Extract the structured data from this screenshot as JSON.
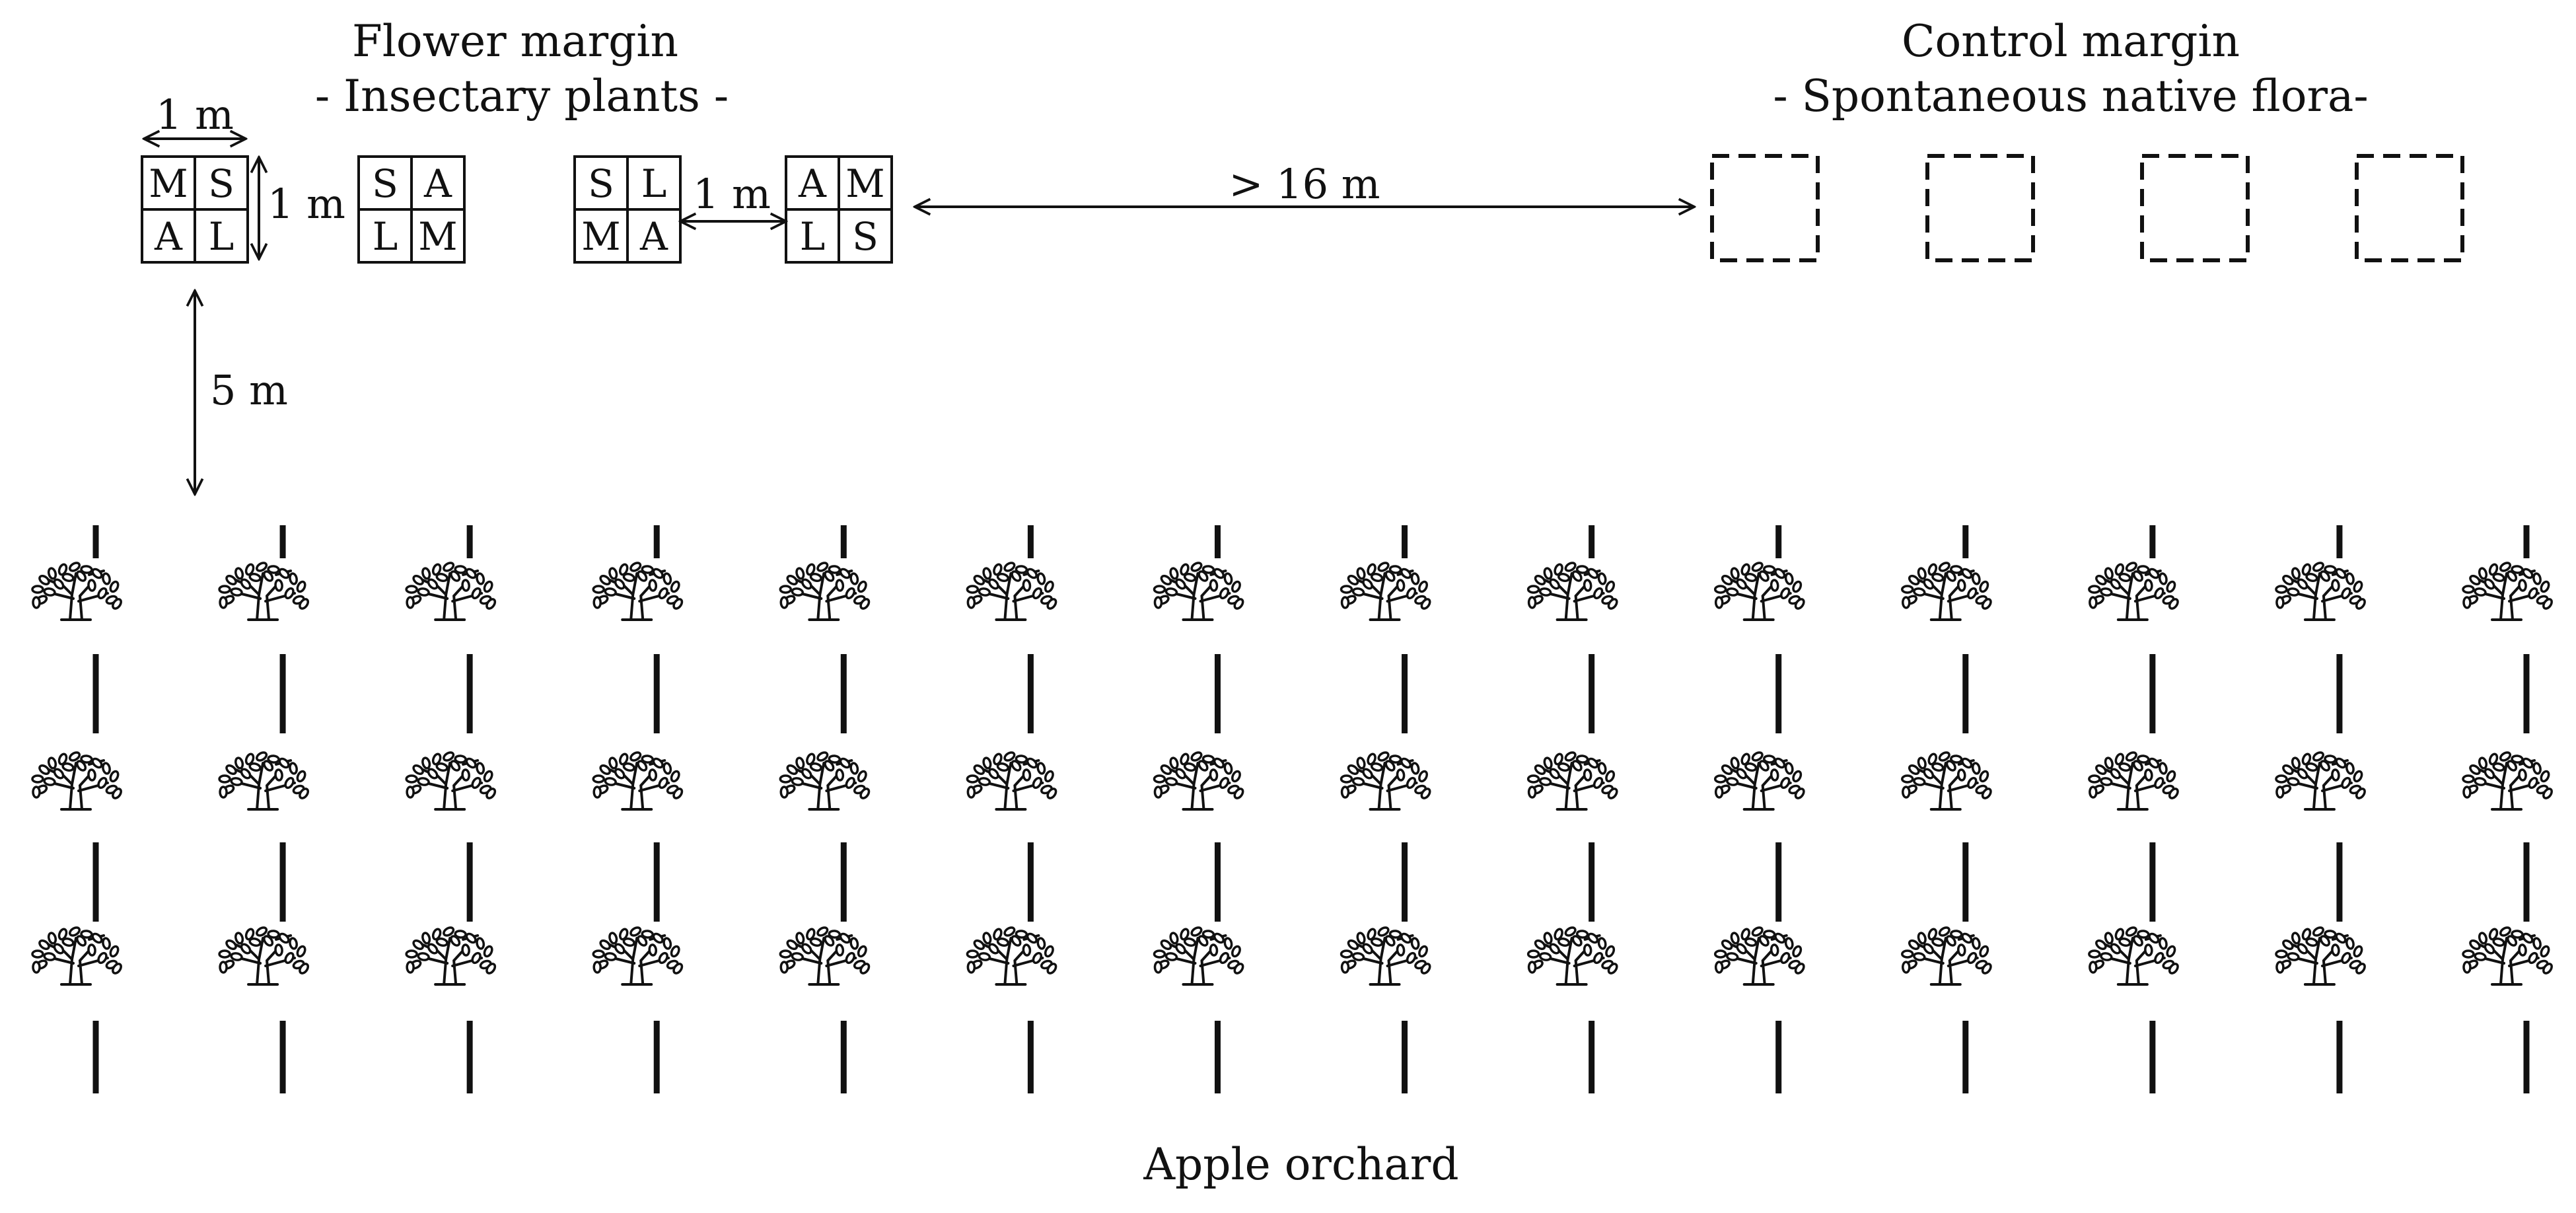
{
  "flower_margin": {
    "title": "Flower margin",
    "subtitle": "- Insectary plants -",
    "plot_width_label": "1 m",
    "plot_height_label": "1 m",
    "plot_gap_label": "1 m",
    "plots": [
      [
        "M",
        "S",
        "A",
        "L"
      ],
      [
        "S",
        "A",
        "L",
        "M"
      ],
      [
        "S",
        "L",
        "M",
        "A"
      ],
      [
        "A",
        "M",
        "L",
        "S"
      ]
    ]
  },
  "distance_to_control_label": "> 16 m",
  "distance_to_orchard_label": "5 m",
  "control_margin": {
    "title": "Control margin",
    "subtitle": "- Spontaneous native flora-",
    "plot_count": 4
  },
  "orchard": {
    "label": "Apple orchard",
    "tree_rows": 3,
    "trees_per_row": 14
  },
  "colors": {
    "ink": "#111111",
    "background": "#ffffff"
  }
}
